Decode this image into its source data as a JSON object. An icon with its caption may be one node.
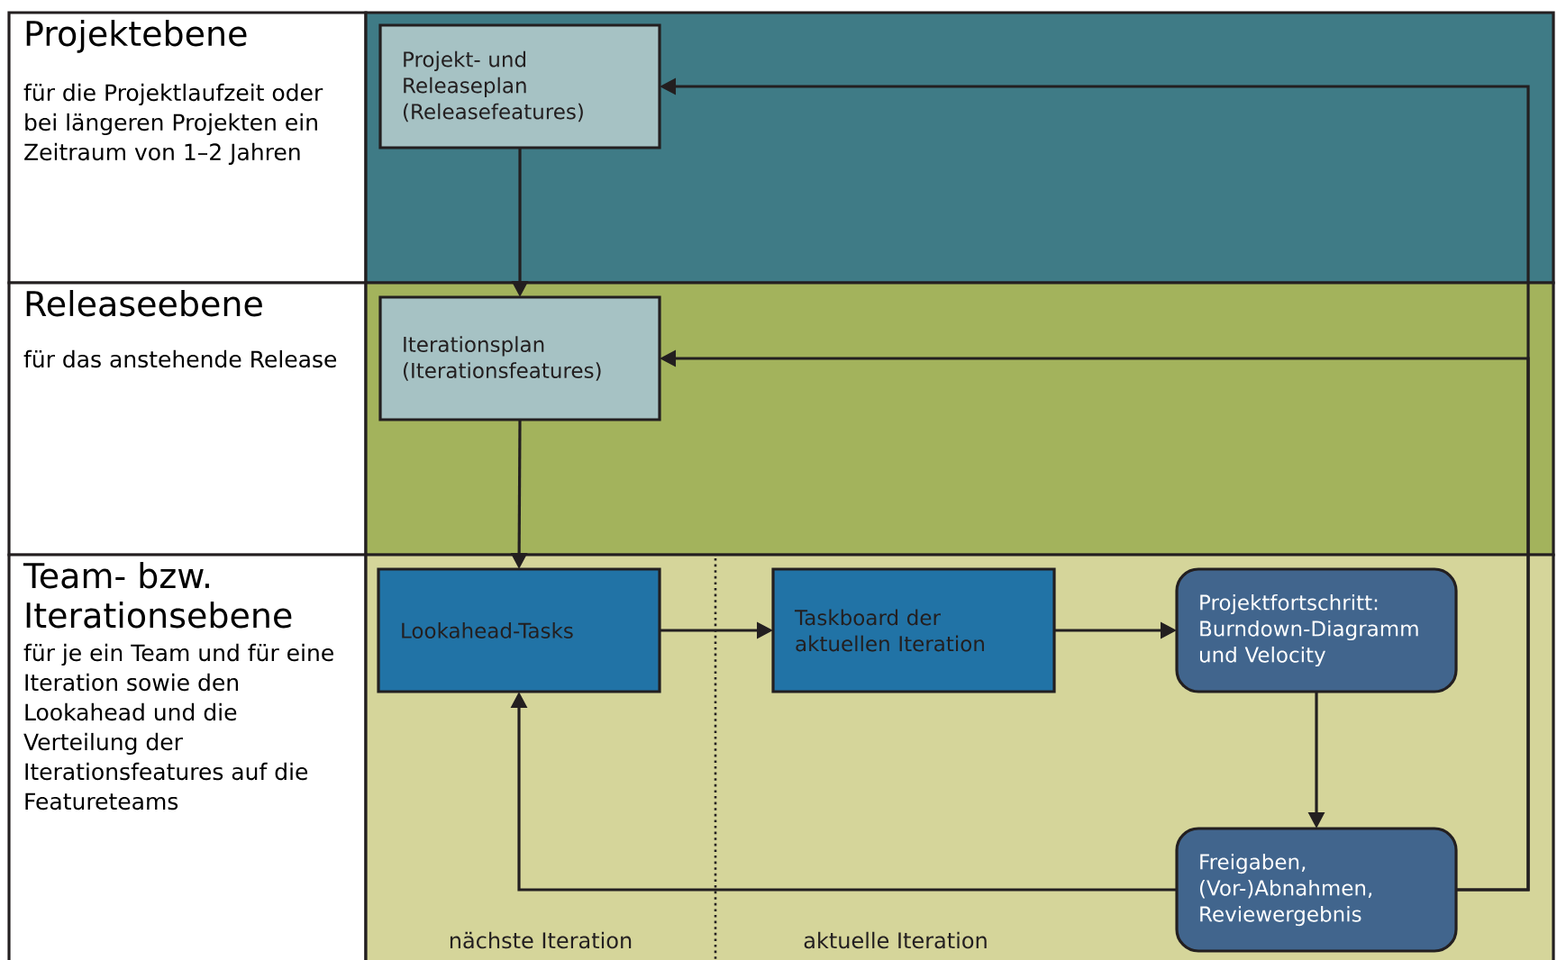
{
  "diagram": {
    "nodes": [
      {
        "text": [
          "Projektebene",
          "für die Projektlaufzeit oder bei längeren Projekten ein Zeitraum von 1–2 Jahren"
        ]
      },
      {
        "text": [],
        "shape": "band"
      },
      {
        "text": [
          "Projekt- und Releaseplan (Releasefeatures)"
        ],
        "in": 1
      },
      {
        "text": [
          "Releaseebene",
          "für das anstehende Release"
        ]
      },
      {
        "text": [],
        "shape": "band"
      },
      {
        "text": [
          "Iterationsplan (Iterationsfeatures)"
        ],
        "in": 4
      },
      {
        "text": [
          "Team- bzw. Iterationsebene",
          "für je ein Team und für eine Iteration sowie den Lookahead und die Verteilung der Iterationsfeatures auf die Featureteams"
        ]
      },
      {
        "text": [],
        "shape": "band"
      },
      {
        "text": [
          "Lookahead-Tasks"
        ],
        "in": 7
      },
      {
        "text": [
          "Taskboard der aktuellen Iteration"
        ],
        "in": 7
      },
      {
        "text": [
          "Projektfortschritt: Burndown-Diagramm und Velocity"
        ],
        "in": 7
      },
      {
        "text": [
          "Freigaben, (Vor-)Abnahmen, Reviewergebnis"
        ],
        "in": 7
      }
    ],
    "edges": [
      {
        "from": 2,
        "to": 5,
        "arrow": "to"
      },
      {
        "from": 5,
        "to": 8,
        "arrow": "to"
      },
      {
        "from": 8,
        "to": 9,
        "arrow": "to"
      },
      {
        "from": 9,
        "to": 10,
        "arrow": "to"
      },
      {
        "from": 10,
        "to": 11,
        "arrow": "to"
      },
      {
        "from": 11,
        "to": 8,
        "arrow": "to"
      },
      {
        "from": 11,
        "to": 5,
        "arrow": "to"
      },
      {
        "from": 11,
        "to": 2,
        "arrow": "to"
      }
    ],
    "labels": [
      "nächste Iteration",
      "aktuelle Iteration"
    ]
  }
}
